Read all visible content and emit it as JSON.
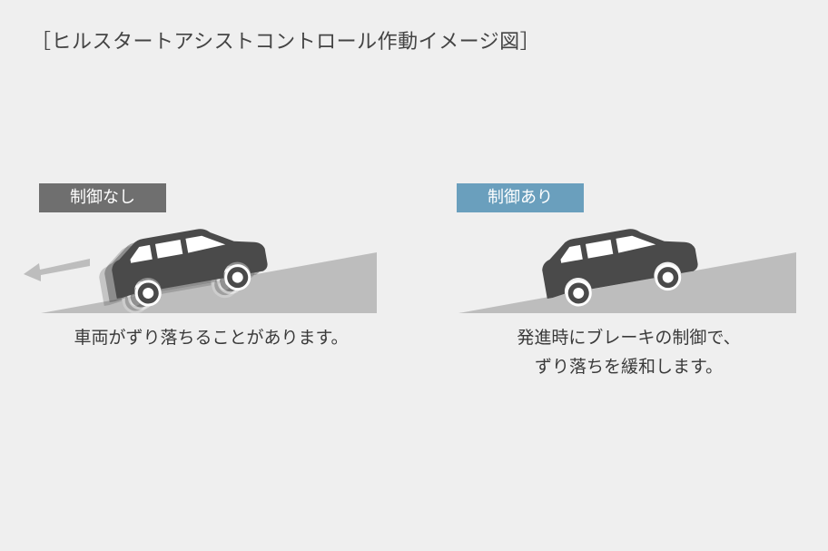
{
  "title": "［ヒルスタートアシストコントロール作動イメージ図］",
  "panels": {
    "without_control": {
      "badge": "制御なし",
      "caption": "車両がずり落ちることがあります。",
      "badge_color": "#6f6f6f"
    },
    "with_control": {
      "badge": "制御あり",
      "caption_line1": "発進時にブレーキの制御で、",
      "caption_line2": "ずり落ちを緩和します。",
      "badge_color": "#6a9fbd"
    }
  },
  "colors": {
    "background": "#efefef",
    "slope": "#bdbdbd",
    "car": "#4a4a4a",
    "arrow": "#bdbdbd"
  },
  "icons": [
    "car-icon",
    "arrow-left-icon"
  ]
}
